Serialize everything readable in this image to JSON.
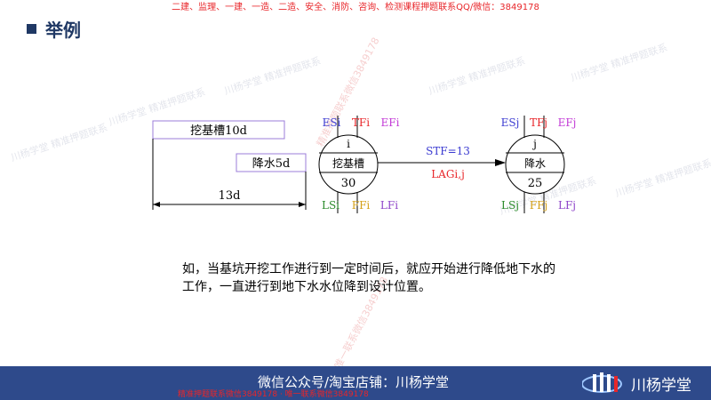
{
  "header": {
    "banner": "二建、监理、一建、一造、二造、安全、消防、咨询、检测课程押题联系QQ/微信：3849178",
    "title": "举例"
  },
  "watermarks": {
    "diagonal": "川杨学堂 精准押题联系",
    "red_1": "精准押题联系微信3849178",
    "red_2": "唯一联系微信3849178"
  },
  "diagram": {
    "bar1_label": "挖基槽10d",
    "bar2_label": "降水5d",
    "span_label": "13d",
    "node_i": {
      "top_left": "ESi",
      "top_mid": "TFi",
      "top_right": "EFi",
      "id": "i",
      "name": "挖基槽",
      "duration": "30",
      "bot_left": "LSi",
      "bot_mid": "FFi",
      "bot_right": "LFi"
    },
    "node_j": {
      "top_left": "ESj",
      "top_mid": "TFj",
      "top_right": "EFj",
      "id": "j",
      "name": "降水",
      "duration": "25",
      "bot_left": "LSj",
      "bot_mid": "FFj",
      "bot_right": "LFj"
    },
    "link_top": "STF=13",
    "link_bottom": "LAGi,j",
    "colors": {
      "es": "#3b3bd1",
      "tf": "#e8262a",
      "ef": "#c23ad6",
      "ls": "#2a8a2a",
      "ff": "#d4a017",
      "lf": "#8e44c9"
    }
  },
  "description": "如，当基坑开挖工作进行到一定时间后，就应开始进行降低地下水的工作，一直进行到地下水水位降到设计位置。",
  "footer": {
    "main": "微信公众号/淘宝店铺：川杨学堂",
    "red": "精准押题联系微信3849178 · 唯一联系微信3849178",
    "brand": "川杨学堂",
    "logo_icon": "chuanyang-logo-icon"
  }
}
